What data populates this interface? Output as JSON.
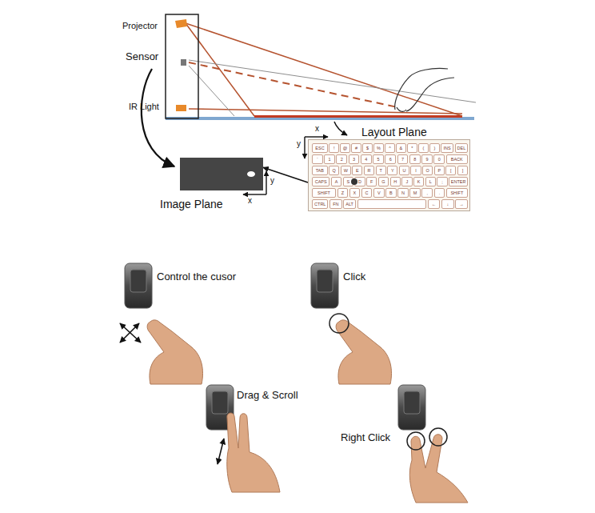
{
  "diagram": {
    "nodes": [
      {
        "text": [
          "Layout Plane"
        ]
      },
      {
        "text": [
          "ESC"
        ],
        "in": 0
      },
      {
        "text": [
          "!"
        ],
        "in": 0
      },
      {
        "text": [
          "@"
        ],
        "in": 0
      },
      {
        "text": [
          "#"
        ],
        "in": 0
      },
      {
        "text": [
          "$"
        ],
        "in": 0
      },
      {
        "text": [
          "%"
        ],
        "in": 0
      },
      {
        "text": [
          "^"
        ],
        "in": 0
      },
      {
        "text": [
          "&"
        ],
        "in": 0
      },
      {
        "text": [
          "*"
        ],
        "in": 0
      },
      {
        "text": [
          "("
        ],
        "in": 0
      },
      {
        "text": [
          ")"
        ],
        "in": 0
      },
      {
        "text": [
          "INS"
        ],
        "in": 0
      },
      {
        "text": [
          "DEL"
        ],
        "in": 0
      },
      {
        "text": [
          "`"
        ],
        "in": 0
      },
      {
        "text": [
          "1"
        ],
        "in": 0
      },
      {
        "text": [
          "2"
        ],
        "in": 0
      },
      {
        "text": [
          "3"
        ],
        "in": 0
      },
      {
        "text": [
          "4"
        ],
        "in": 0
      },
      {
        "text": [
          "5"
        ],
        "in": 0
      },
      {
        "text": [
          "6"
        ],
        "in": 0
      },
      {
        "text": [
          "7"
        ],
        "in": 0
      },
      {
        "text": [
          "8"
        ],
        "in": 0
      },
      {
        "text": [
          "9"
        ],
        "in": 0
      },
      {
        "text": [
          "0"
        ],
        "in": 0
      },
      {
        "text": [
          "BACK"
        ],
        "in": 0
      },
      {
        "text": [
          "TAB"
        ],
        "in": 0
      },
      {
        "text": [
          "Q"
        ],
        "in": 0
      },
      {
        "text": [
          "W"
        ],
        "in": 0
      },
      {
        "text": [
          "E"
        ],
        "in": 0
      },
      {
        "text": [
          "R"
        ],
        "in": 0
      },
      {
        "text": [
          "T"
        ],
        "in": 0
      },
      {
        "text": [
          "Y"
        ],
        "in": 0
      },
      {
        "text": [
          "U"
        ],
        "in": 0
      },
      {
        "text": [
          "I"
        ],
        "in": 0
      },
      {
        "text": [
          "O"
        ],
        "in": 0
      },
      {
        "text": [
          "P"
        ],
        "in": 0
      },
      {
        "text": [
          "["
        ],
        "in": 0
      },
      {
        "text": [
          "]"
        ],
        "in": 0
      },
      {
        "text": [
          "CAPS"
        ],
        "in": 0
      },
      {
        "text": [
          "A"
        ],
        "in": 0
      },
      {
        "text": [
          "S"
        ],
        "in": 0
      },
      {
        "text": [
          "D"
        ],
        "in": 0
      },
      {
        "text": [
          "F"
        ],
        "in": 0
      },
      {
        "text": [
          "G"
        ],
        "in": 0
      },
      {
        "text": [
          "H"
        ],
        "in": 0
      },
      {
        "text": [
          "J"
        ],
        "in": 0
      },
      {
        "text": [
          "K"
        ],
        "in": 0
      },
      {
        "text": [
          "L"
        ],
        "in": 0
      },
      {
        "text": [
          ";"
        ],
        "in": 0
      },
      {
        "text": [
          "ENTER"
        ],
        "in": 0
      },
      {
        "text": [
          "SHIFT"
        ],
        "in": 0
      },
      {
        "text": [
          "Z"
        ],
        "in": 0
      },
      {
        "text": [
          "X"
        ],
        "in": 0
      },
      {
        "text": [
          "C"
        ],
        "in": 0
      },
      {
        "text": [
          "V"
        ],
        "in": 0
      },
      {
        "text": [
          "B"
        ],
        "in": 0
      },
      {
        "text": [
          "N"
        ],
        "in": 0
      },
      {
        "text": [
          "M"
        ],
        "in": 0
      },
      {
        "text": [
          ","
        ],
        "in": 0
      },
      {
        "text": [
          "."
        ],
        "in": 0
      },
      {
        "text": [
          "SHIFT"
        ],
        "in": 0
      },
      {
        "text": [
          "CTRL"
        ],
        "in": 0
      },
      {
        "text": [
          "FN"
        ],
        "in": 0
      },
      {
        "text": [
          "ALT"
        ],
        "in": 0
      },
      {
        "text": [
          "←"
        ],
        "in": 0
      },
      {
        "text": [
          "↓"
        ],
        "in": 0
      },
      {
        "text": [
          "→"
        ],
        "in": 0
      },
      {
        "text": [
          "Image Plane"
        ]
      }
    ],
    "edges": [
      {
        "from": 0,
        "to": 68,
        "arrow": "to"
      }
    ],
    "labels": [
      "Projector",
      "Sensor",
      "IR Light",
      "x",
      "y",
      "y",
      "x",
      "Control the cusor",
      "Click",
      "Drag & Scroll",
      "Right Click"
    ]
  }
}
